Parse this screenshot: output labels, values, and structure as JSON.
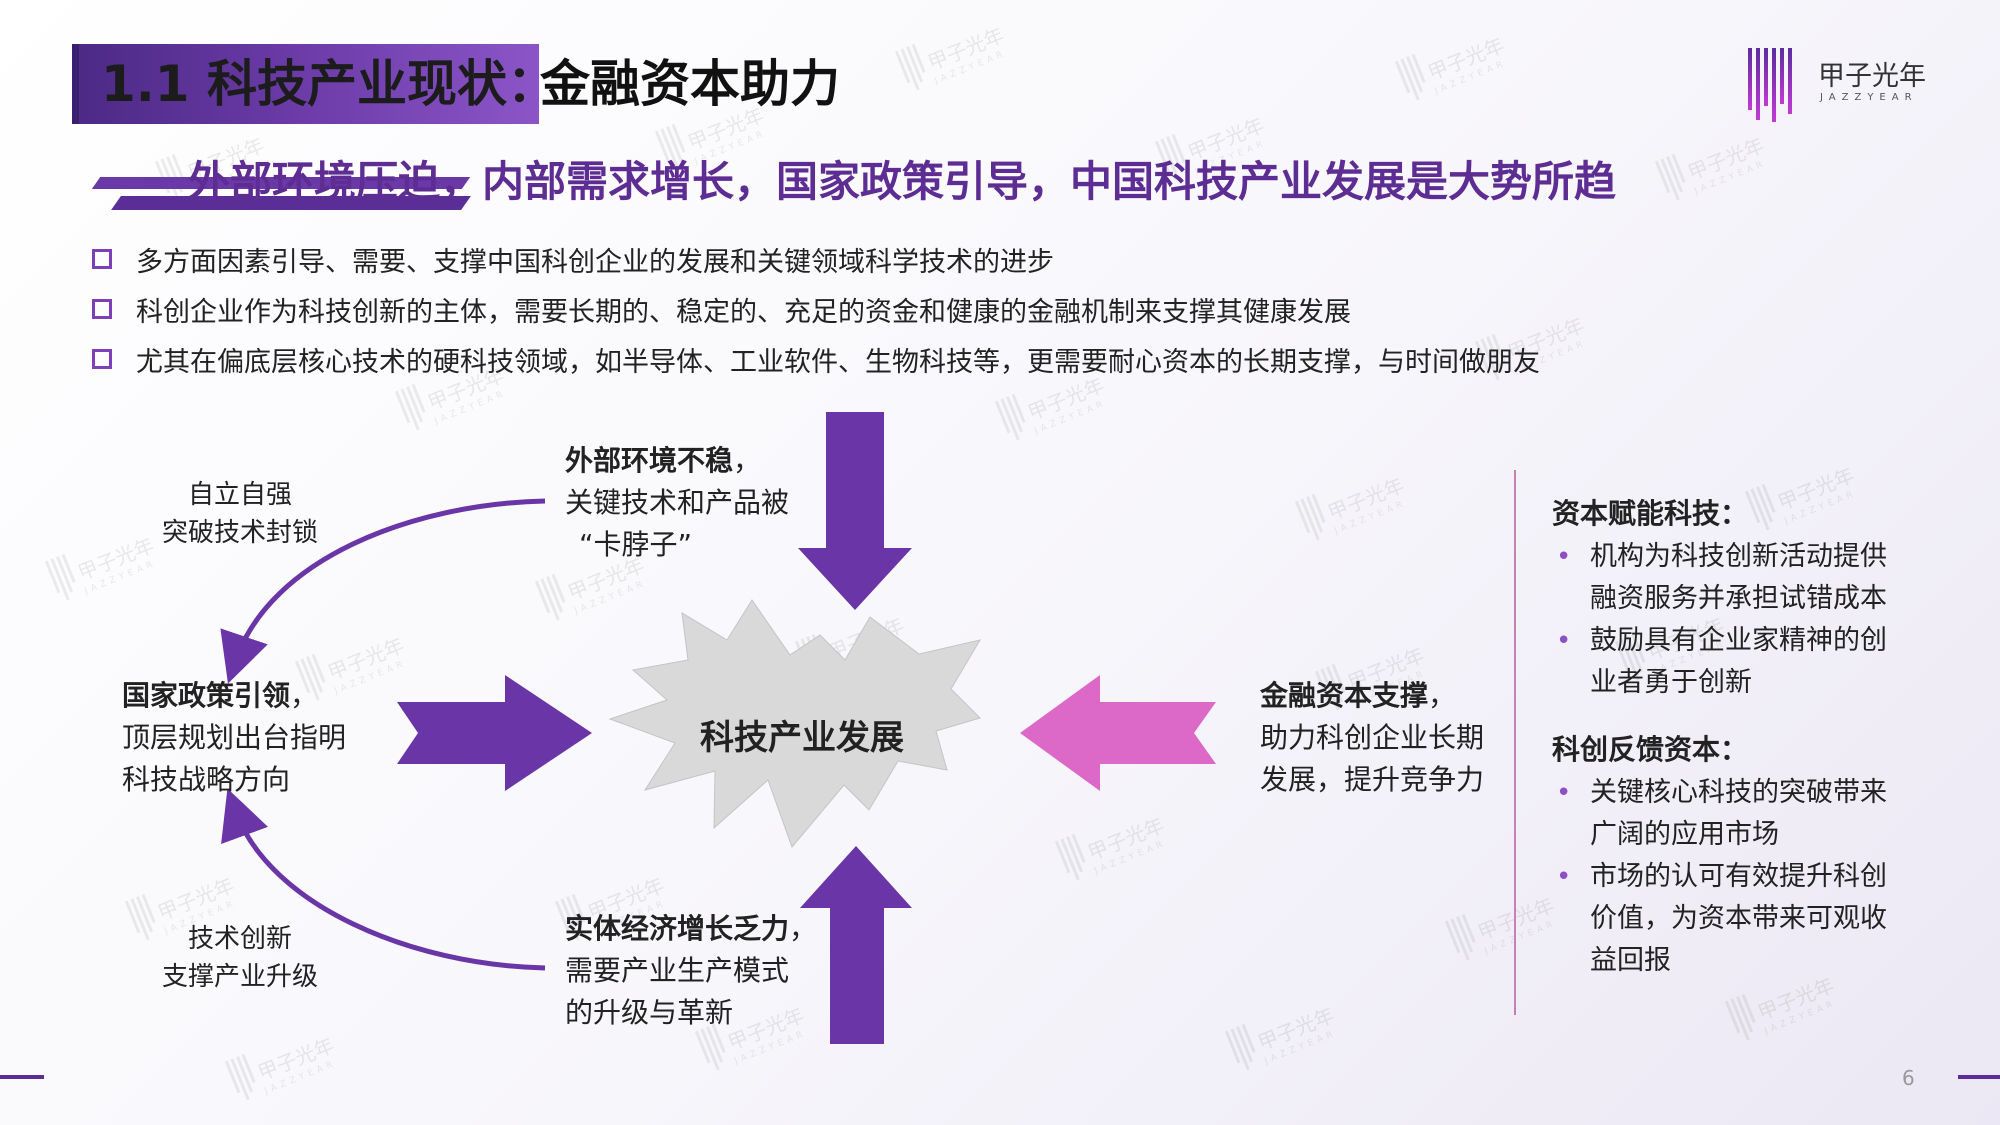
{
  "header": {
    "title_highlight": "1.1 科技产业现状：",
    "title_rest": "金融资本助力",
    "subtitle": "外部环境压迫，内部需求增长，国家政策引导，中国科技产业发展是大势所趋"
  },
  "logo": {
    "cn": "甲子光年",
    "en": "JAZZYEAR"
  },
  "watermark": {
    "cn": "甲子光年",
    "en": "JAZZYEAR"
  },
  "bullets": [
    "多方面因素引导、需要、支撑中国科创企业的发展和关键领域科学技术的进步",
    "科创企业作为科技创新的主体，需要长期的、稳定的、充足的资金和健康的金融机制来支撑其健康发展",
    "尤其在偏底层核心技术的硬科技领域，如半导体、工业软件、生物科技等，更需要耐心资本的长期支撑，与时间做朋友"
  ],
  "diagram": {
    "center": "科技产业发展",
    "top": {
      "bold": "外部环境不稳",
      "tail": "，",
      "lines": [
        "关键技术和产品被",
        "“卡脖子”"
      ]
    },
    "left": {
      "bold": "国家政策引领",
      "tail": "，",
      "lines": [
        "顶层规划出台指明",
        "科技战略方向"
      ]
    },
    "bottom": {
      "bold": "实体经济增长乏力",
      "tail": "，",
      "lines": [
        "需要产业生产模式",
        "的升级与革新"
      ]
    },
    "right": {
      "bold": "金融资本支撑",
      "tail": "，",
      "lines": [
        "助力科创企业长期",
        "发展，提升竞争力"
      ]
    },
    "curve_top": [
      "自立自强",
      "突破技术封锁"
    ],
    "curve_bottom": [
      "技术创新",
      "支撑产业升级"
    ]
  },
  "panel": {
    "h1": "资本赋能科技：",
    "items1": [
      [
        "机构为科技创新活动提供",
        "融资服务并承担试错成本"
      ],
      [
        "鼓励具有企业家精神的创",
        "业者勇于创新"
      ]
    ],
    "h2": "科创反馈资本：",
    "items2": [
      [
        "关键核心科技的突破带来",
        "广阔的应用市场"
      ],
      [
        "市场的认可有效提升科创",
        "价值，为资本带来可观收",
        "益回报"
      ]
    ]
  },
  "page_number": "6",
  "colors": {
    "purple": "#6a35a6",
    "pink": "#dc68c8",
    "gray": "#d8d8d8",
    "accent_text": "#5e2d93"
  }
}
